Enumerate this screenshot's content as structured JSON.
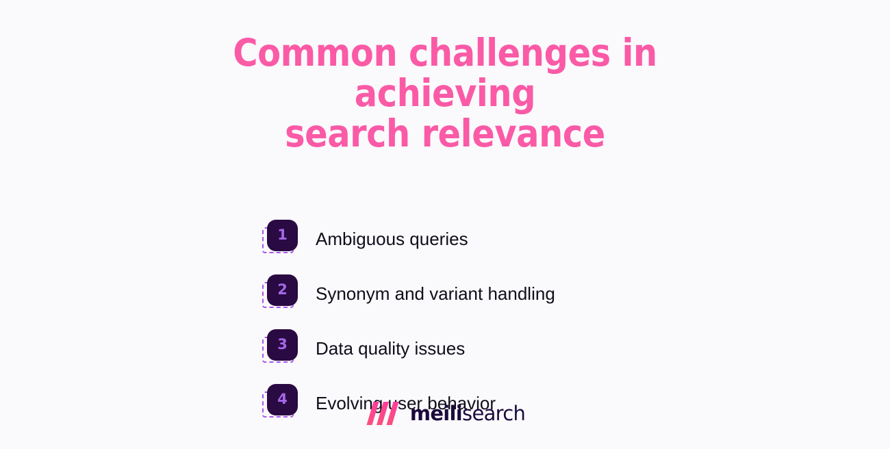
{
  "slide": {
    "background_color": "#faf9fc",
    "title": "Common challenges in achieving\nsearch relevance",
    "title_color": "#fa5aa6",
    "badge_color": "#2a0a42",
    "badge_number_color": "#a568e8",
    "ghost_border_color": "#a855e8",
    "label_color": "#100e1a"
  },
  "challenges": [
    {
      "number": "1",
      "label": "Ambiguous queries"
    },
    {
      "number": "2",
      "label": "Synonym and variant handling"
    },
    {
      "number": "3",
      "label": "Data quality issues"
    },
    {
      "number": "4",
      "label": "Evolving user behavior"
    }
  ],
  "logo": {
    "mark_icon": "meilisearch-bars-icon",
    "name_bold": "meili",
    "name_regular": "search",
    "text_color": "#1b0a3c",
    "gradient_start": "#fa5478",
    "gradient_end": "#ff3aa0"
  }
}
